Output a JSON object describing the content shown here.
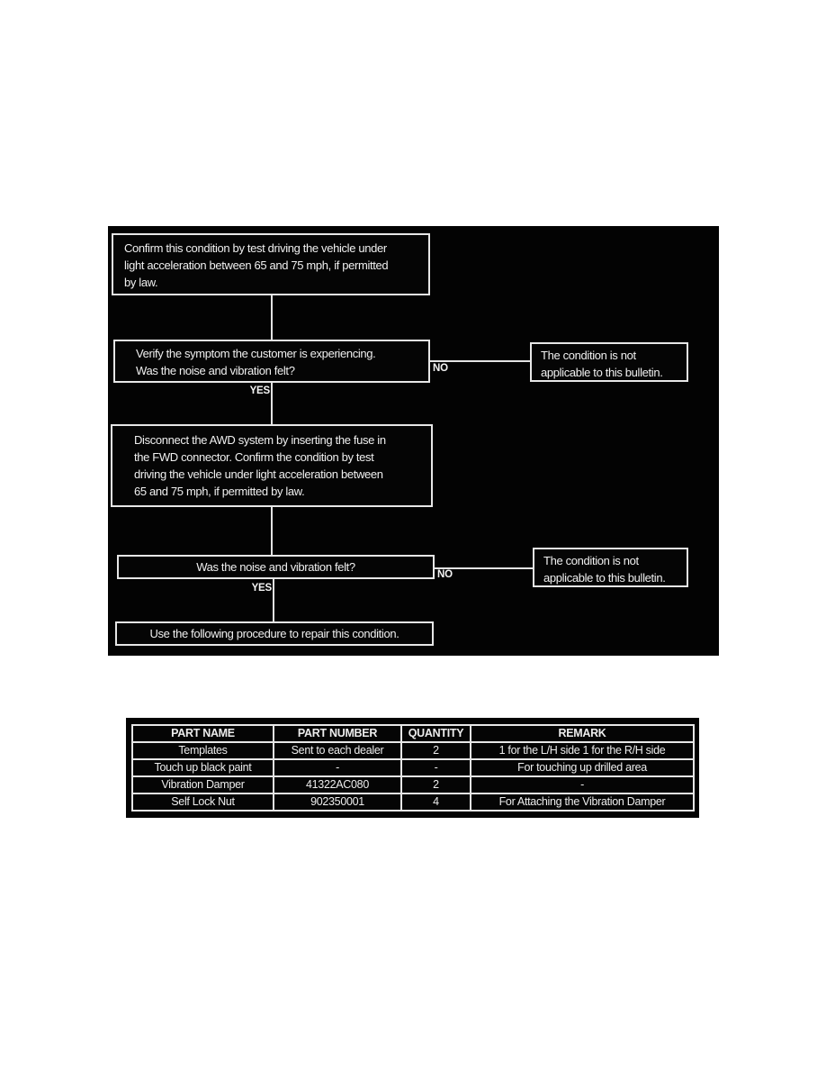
{
  "flowchart": {
    "step1": "Confirm this condition by test driving the vehicle under\nlight acceleration between 65 and 75 mph, if permitted\nby law.",
    "step2": "Verify the symptom the customer is experiencing.\nWas the noise and vibration felt?",
    "step3": "Disconnect the AWD system by inserting the fuse in\nthe FWD connector. Confirm the condition by test\ndriving the vehicle under light acceleration between\n65 and 75 mph, if permitted by law.",
    "step4": "Was the noise and vibration felt?",
    "step5": "Use the following procedure to repair this condition.",
    "not_applicable": "The condition is not\napplicable to this bulletin.",
    "labels": {
      "yes": "YES",
      "no": "NO"
    }
  },
  "parts_table": {
    "headers": [
      "PART NAME",
      "PART NUMBER",
      "QUANTITY",
      "REMARK"
    ],
    "rows": [
      [
        "Templates",
        "Sent to each dealer",
        "2",
        "1 for the L/H side 1 for the R/H side"
      ],
      [
        "Touch up black paint",
        "-",
        "-",
        "For touching up drilled area"
      ],
      [
        "Vibration Damper",
        "41322AC080",
        "2",
        "-"
      ],
      [
        "Self Lock Nut",
        "902350001",
        "4",
        "For Attaching the Vibration Damper"
      ]
    ]
  },
  "colors": {
    "page_bg": "#ffffff",
    "panel_bg": "#030303",
    "line": "#e7e7e7",
    "text": "#f0f0f0"
  }
}
